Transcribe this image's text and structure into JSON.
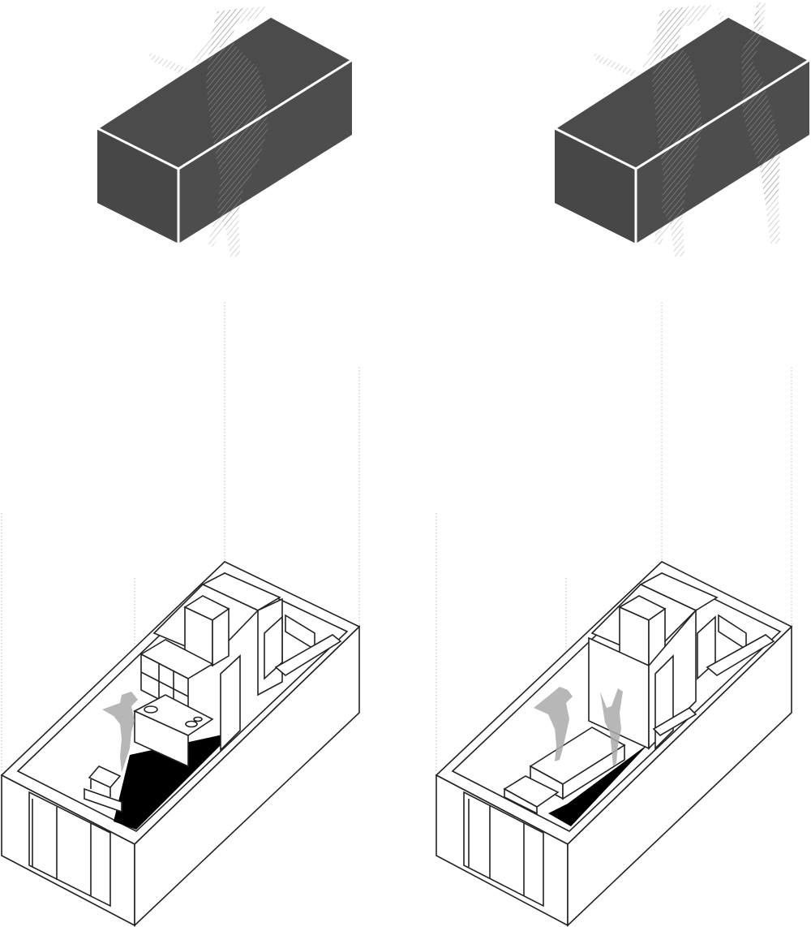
{
  "diagram": {
    "units": [
      {
        "id": "left",
        "people_count": 1,
        "furnishing": "kitchen-and-table"
      },
      {
        "id": "right",
        "people_count": 2,
        "furnishing": "bed"
      }
    ]
  },
  "colors": {
    "background": "#ffffff",
    "volume_dark": "#4a4a4a",
    "volume_edge": "#ffffff",
    "floor_black": "#000000",
    "line": "#222222",
    "guide_line": "#b5b5b5",
    "figure_gray": "#b0b0b0",
    "hatch_gray": "#d8d8d8"
  }
}
